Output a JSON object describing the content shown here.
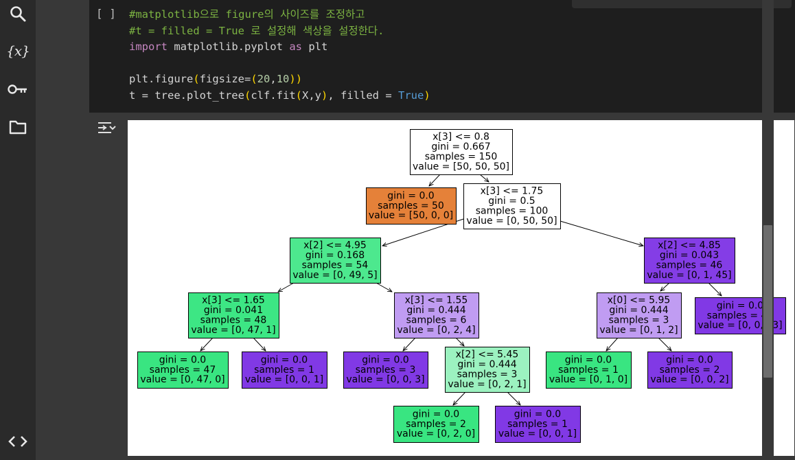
{
  "sidebar": {
    "icons": [
      {
        "name": "search-icon"
      },
      {
        "name": "variables-icon",
        "glyph": "{x}"
      },
      {
        "name": "secrets-key-icon"
      },
      {
        "name": "files-folder-icon"
      },
      {
        "name": "code-snippets-icon"
      }
    ]
  },
  "cell": {
    "run_indicator": "[ ]",
    "code_lines": [
      [
        {
          "t": "#matplotlib으로 figure의 사이즈를 조정하고",
          "c": "c-cmt"
        }
      ],
      [
        {
          "t": "#t = filled = True 로 설정해 색상을 설정한다.",
          "c": "c-cmt"
        }
      ],
      [
        {
          "t": "import",
          "c": "c-kw"
        },
        {
          "t": " matplotlib.pyplot ",
          "c": ""
        },
        {
          "t": "as",
          "c": "c-kw"
        },
        {
          "t": " plt",
          "c": ""
        }
      ],
      [
        {
          "t": "",
          "c": ""
        }
      ],
      [
        {
          "t": "plt.figure",
          "c": ""
        },
        {
          "t": "(",
          "c": "c-par"
        },
        {
          "t": "figsize=",
          "c": ""
        },
        {
          "t": "(",
          "c": "c-par"
        },
        {
          "t": "20",
          "c": "c-num"
        },
        {
          "t": ",",
          "c": ""
        },
        {
          "t": "10",
          "c": "c-num"
        },
        {
          "t": "))",
          "c": "c-par"
        }
      ],
      [
        {
          "t": "t = tree.plot_tree",
          "c": ""
        },
        {
          "t": "(",
          "c": "c-par"
        },
        {
          "t": "clf.fit",
          "c": ""
        },
        {
          "t": "(",
          "c": "c-par"
        },
        {
          "t": "X,y",
          "c": ""
        },
        {
          "t": ")",
          "c": "c-par"
        },
        {
          "t": ", filled = ",
          "c": ""
        },
        {
          "t": "True",
          "c": "c-bool"
        },
        {
          "t": ")",
          "c": "c-par"
        }
      ]
    ]
  },
  "output": {
    "toggle_icon": "output-toggle-icon"
  },
  "tree": {
    "nodes": [
      {
        "id": "n0",
        "lines": [
          "x[3] <= 0.8",
          "gini = 0.667",
          "samples = 150",
          "value = [50, 50, 50]"
        ],
        "color": "#ffffff"
      },
      {
        "id": "n1",
        "lines": [
          "gini = 0.0",
          "samples = 50",
          "value = [50, 0, 0]"
        ],
        "color": "#e58139"
      },
      {
        "id": "n2",
        "lines": [
          "x[3] <= 1.75",
          "gini = 0.5",
          "samples = 100",
          "value = [0, 50, 50]"
        ],
        "color": "#ffffff"
      },
      {
        "id": "n3",
        "lines": [
          "x[2] <= 4.95",
          "gini = 0.168",
          "samples = 54",
          "value = [0, 49, 5]"
        ],
        "color": "#4de88e"
      },
      {
        "id": "n4",
        "lines": [
          "x[2] <= 4.85",
          "gini = 0.043",
          "samples = 46",
          "value = [0, 1, 45]"
        ],
        "color": "#843de6"
      },
      {
        "id": "n5",
        "lines": [
          "x[3] <= 1.65",
          "gini = 0.041",
          "samples = 48",
          "value = [0, 47, 1]"
        ],
        "color": "#3de684"
      },
      {
        "id": "n6",
        "lines": [
          "x[3] <= 1.55",
          "gini = 0.444",
          "samples = 6",
          "value = [0, 2, 4]"
        ],
        "color": "#c09cf2"
      },
      {
        "id": "n7",
        "lines": [
          "x[0] <= 5.95",
          "gini = 0.444",
          "samples = 3",
          "value = [0, 1, 2]"
        ],
        "color": "#c09cf2"
      },
      {
        "id": "n8",
        "lines": [
          "gini = 0.0",
          "samples = 43",
          "value = [0, 0, 43]"
        ],
        "color": "#8139e5"
      },
      {
        "id": "n9",
        "lines": [
          "gini = 0.0",
          "samples = 47",
          "value = [0, 47, 0]"
        ],
        "color": "#39e581"
      },
      {
        "id": "n10",
        "lines": [
          "gini = 0.0",
          "samples = 1",
          "value = [0, 0, 1]"
        ],
        "color": "#8139e5"
      },
      {
        "id": "n11",
        "lines": [
          "gini = 0.0",
          "samples = 3",
          "value = [0, 0, 3]"
        ],
        "color": "#8139e5"
      },
      {
        "id": "n12",
        "lines": [
          "x[2] <= 5.45",
          "gini = 0.444",
          "samples = 3",
          "value = [0, 2, 1]"
        ],
        "color": "#9cf2c0"
      },
      {
        "id": "n13",
        "lines": [
          "gini = 0.0",
          "samples = 1",
          "value = [0, 1, 0]"
        ],
        "color": "#39e581"
      },
      {
        "id": "n14",
        "lines": [
          "gini = 0.0",
          "samples = 2",
          "value = [0, 0, 2]"
        ],
        "color": "#8139e5"
      },
      {
        "id": "n15",
        "lines": [
          "gini = 0.0",
          "samples = 2",
          "value = [0, 2, 0]"
        ],
        "color": "#39e581"
      },
      {
        "id": "n16",
        "lines": [
          "gini = 0.0",
          "samples = 1",
          "value = [0, 0, 1]"
        ],
        "color": "#8139e5"
      }
    ],
    "edges": [
      [
        "n0",
        "n1"
      ],
      [
        "n0",
        "n2"
      ],
      [
        "n2",
        "n3"
      ],
      [
        "n2",
        "n4"
      ],
      [
        "n3",
        "n5"
      ],
      [
        "n3",
        "n6"
      ],
      [
        "n4",
        "n7"
      ],
      [
        "n4",
        "n8"
      ],
      [
        "n5",
        "n9"
      ],
      [
        "n5",
        "n10"
      ],
      [
        "n6",
        "n11"
      ],
      [
        "n6",
        "n12"
      ],
      [
        "n7",
        "n13"
      ],
      [
        "n7",
        "n14"
      ],
      [
        "n12",
        "n15"
      ],
      [
        "n12",
        "n16"
      ]
    ]
  }
}
